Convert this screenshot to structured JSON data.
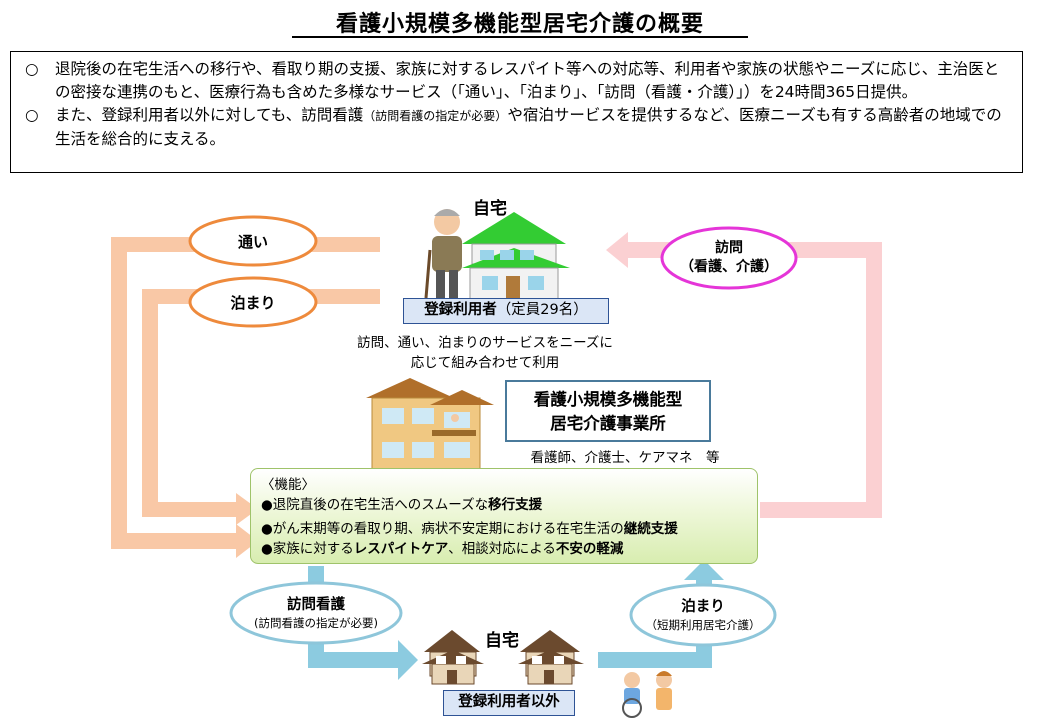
{
  "title": "看護小規模多機能型居宅介護の概要",
  "intro": {
    "bullet": "○",
    "line1": "退院後の在宅生活への移行や、看取り期の支援、家族に対するレスパイト等への対応等、利用者や家族の状態やニーズに応じ、主治医との密接な連携のもと、医療行為も含めた多様なサービス（「通い」、「泊まり」、「訪問（看護・介護）」）を24時間365日提供。",
    "line2_a": "また、登録利用者以外に対しても、訪問看護",
    "line2_small": "（訪問看護の指定が必要）",
    "line2_b": "や宿泊サービスを提供するなど、医療ニーズも有する高齢者の地域での生活を総合的に支える。"
  },
  "top_home": {
    "label": "自宅",
    "registered": "登録利用者",
    "capacity": "（定員29名）",
    "note_line1": "訪問、通い、泊まりのサービスをニーズに",
    "note_line2": "応じて組み合わせて利用"
  },
  "services": {
    "kayoi": "通い",
    "tomari": "泊まり",
    "houmon": "訪問",
    "houmon_sub": "（看護、介護）"
  },
  "office": {
    "line1": "看護小規模多機能型",
    "line2": "居宅介護事業所",
    "staff": "看護師、介護士、ケアマネ　等"
  },
  "functions": {
    "heading": "〈機能〉",
    "item1_a": "●退院直後の在宅生活へのスムーズな",
    "item1_b": "移行支援",
    "item2_a": "●がん末期等の看取り期、病状不安定期における在宅生活の",
    "item2_b": "継続支援",
    "item3_a": "●家族に対する",
    "item3_b": "レスパイトケア",
    "item3_c": "、相談対応による",
    "item3_d": "不安の軽減"
  },
  "bottom": {
    "home_label": "自宅",
    "houmon_kango": "訪問看護",
    "houmon_kango_sub": "(訪問看護の指定が必要)",
    "tomari": "泊まり",
    "tomari_sub": "（短期利用居宅介護）",
    "non_registered": "登録利用者以外"
  },
  "colors": {
    "arrow_orange": "#f9c8a6",
    "arrow_pink": "#fbd0d2",
    "arrow_blue": "#8ccbe0",
    "ellipse_orange": "#ee8a3c",
    "ellipse_magenta": "#e535d8",
    "ellipse_blue": "#8ec6da",
    "house_green": "#33cc33"
  }
}
